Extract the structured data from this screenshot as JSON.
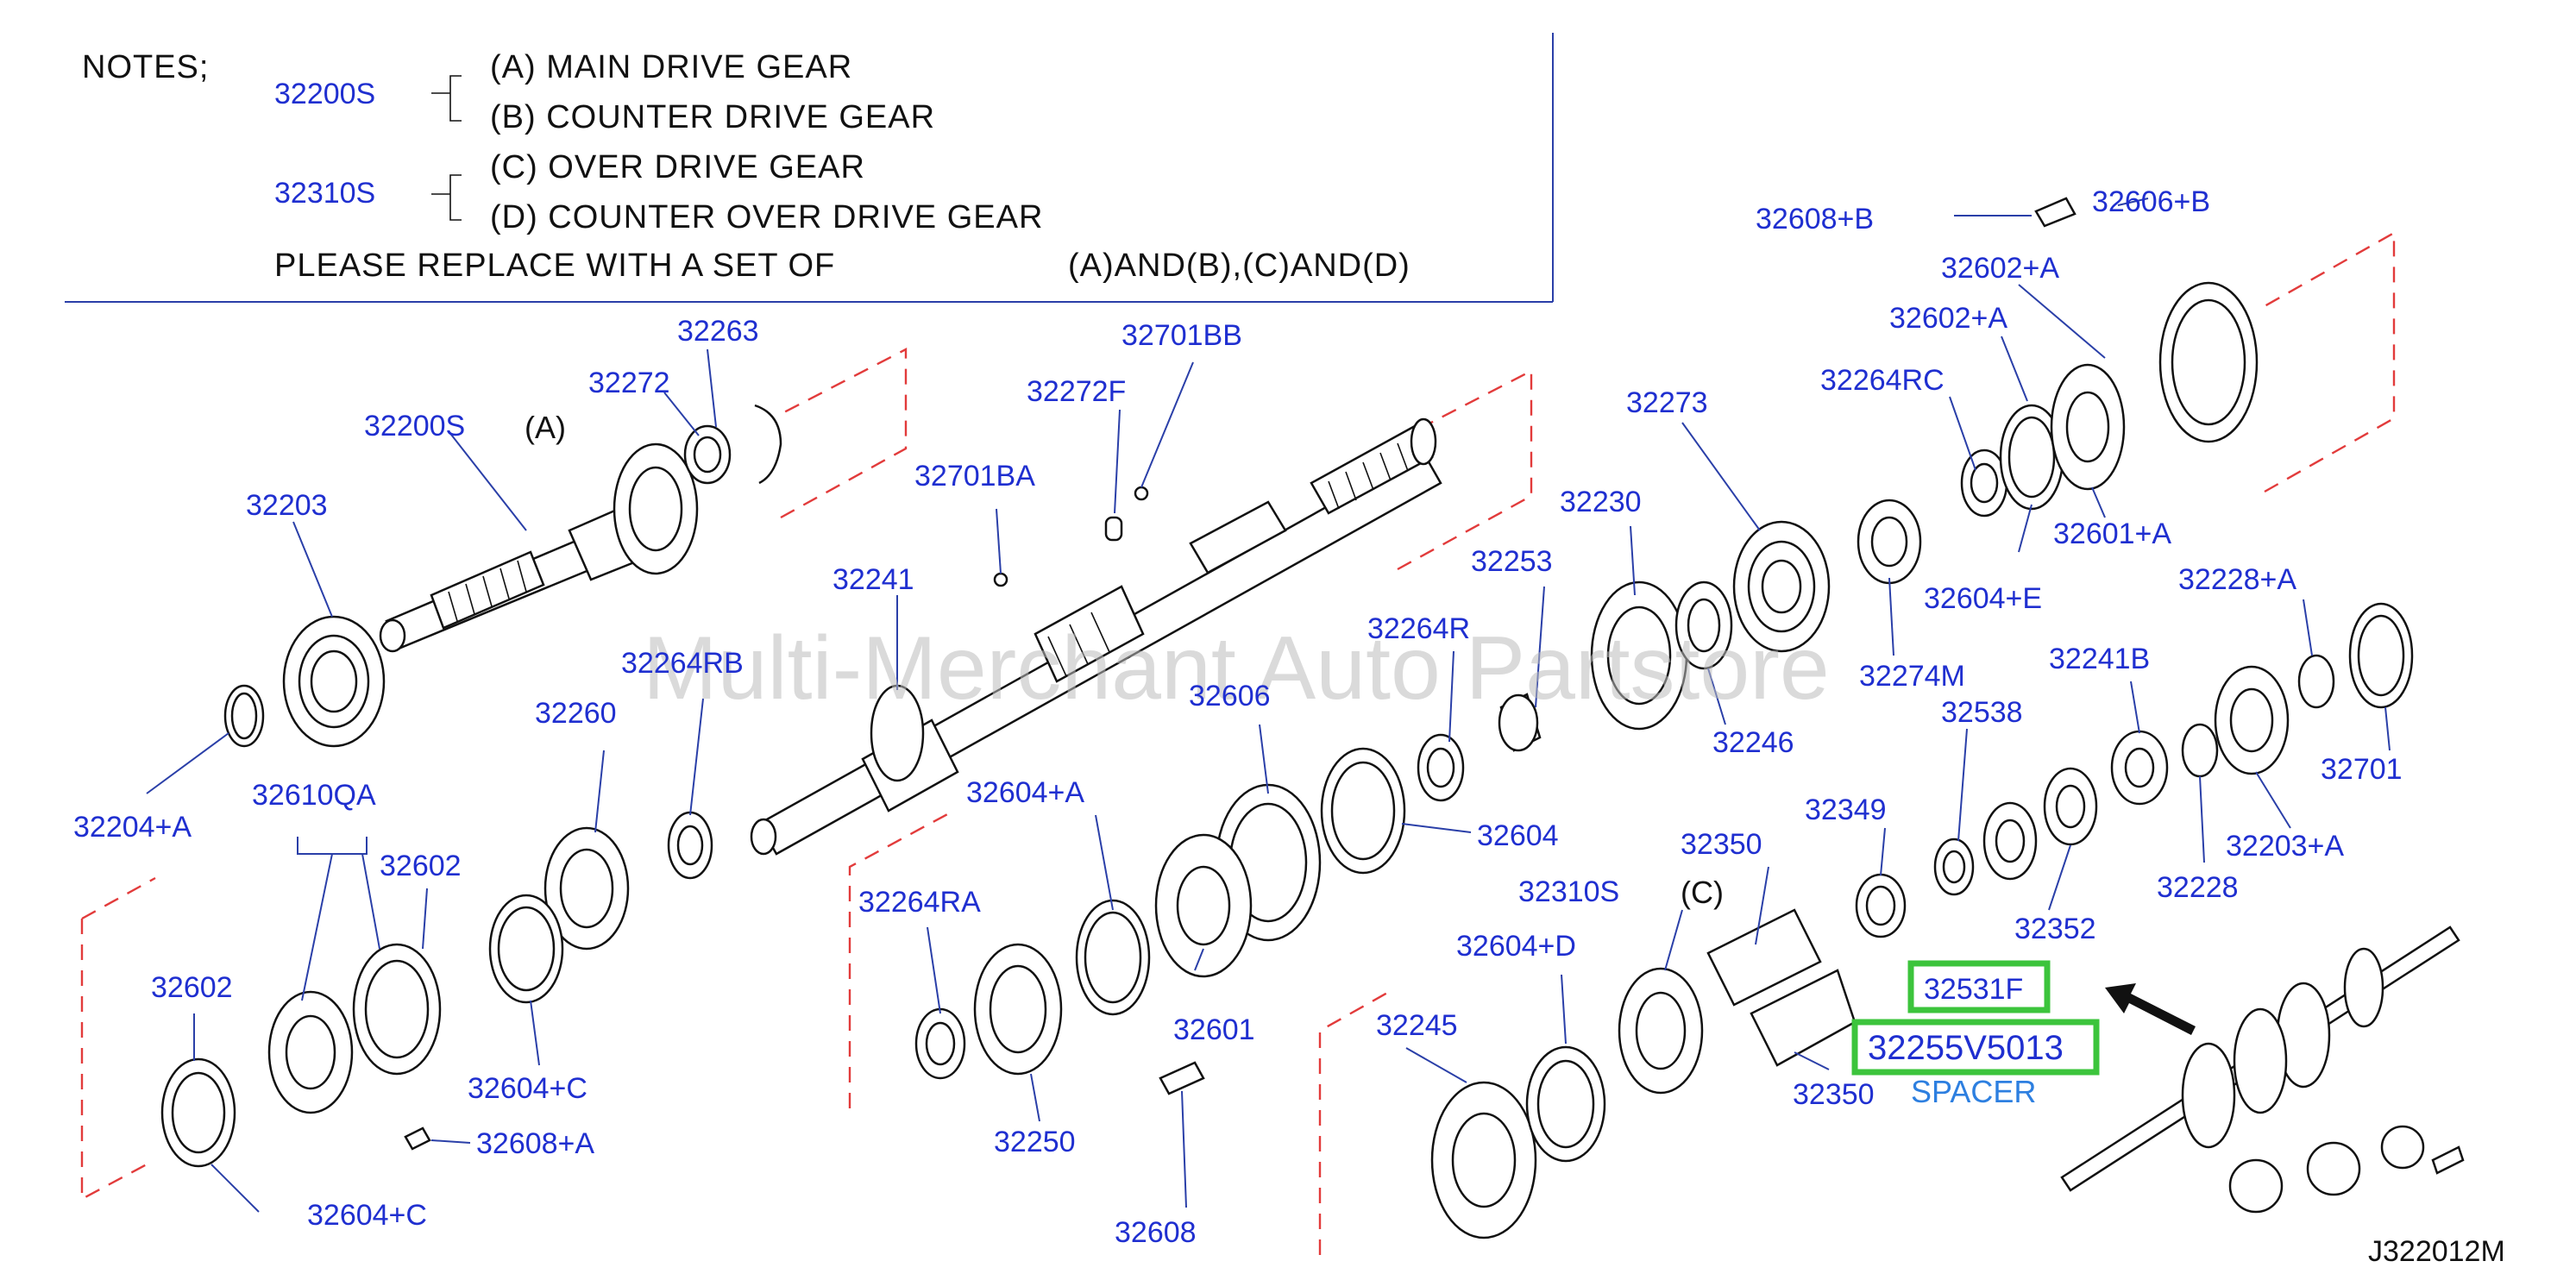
{
  "notes": {
    "title": "NOTES;",
    "group1": {
      "part": "32200S",
      "line_a": "(A)  MAIN  DRIVE  GEAR",
      "line_b": "(B)  COUNTER  DRIVE  GEAR"
    },
    "group2": {
      "part": "32310S",
      "line_c": "(C)  OVER  DRIVE  GEAR",
      "line_d": "(D)  COUNTER  OVER  DRIVE  GEAR"
    },
    "replace_line": "PLEASE  REPLACE  WITH  A  SET  OF",
    "replace_sets": "(A)AND(B),(C)AND(D)"
  },
  "watermark": "Multi-Merchant Auto Partstore",
  "annotations": {
    "a": "(A)",
    "c": "(C)"
  },
  "highlighted": {
    "part1": "32531F",
    "part2": "32255V5013",
    "caption": "SPACER",
    "box_color": "#3cc43c"
  },
  "diagram_code": "J322012M",
  "colors": {
    "label": "#1f2fd0",
    "dashed_frame": "#e23b3b",
    "highlight": "#3cc43c",
    "spacer_text": "#2d7fe0"
  },
  "callouts": [
    "32608+B",
    "32606+B",
    "32602+A",
    "32602+A",
    "32264RC",
    "32263",
    "32272",
    "32200S",
    "32203",
    "32204+A",
    "32701BB",
    "32272F",
    "32701BA",
    "32241",
    "32264RB",
    "32260",
    "32610QA",
    "32602",
    "32602",
    "32604+C",
    "32608+A",
    "32604+C",
    "32273",
    "32230",
    "32253",
    "32264R",
    "32606",
    "32604+A",
    "32604",
    "32264RA",
    "32601",
    "32250",
    "32608",
    "32601+A",
    "32604+E",
    "32274M",
    "32246",
    "32228+A",
    "32241B",
    "32538",
    "32701",
    "32349",
    "32203+A",
    "32228",
    "32352",
    "32350",
    "32310S",
    "32604+D",
    "32245",
    "32350"
  ]
}
